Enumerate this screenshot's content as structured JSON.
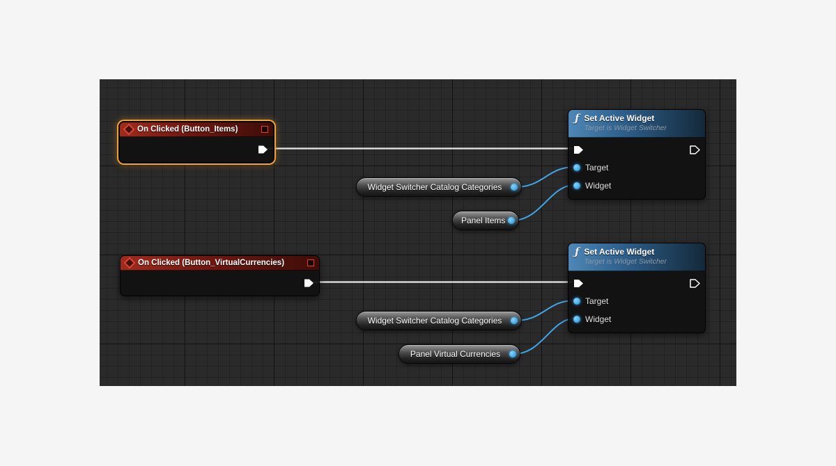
{
  "graph": {
    "event_nodes": [
      {
        "title": "On Clicked (Button_Items)",
        "selected": true
      },
      {
        "title": "On Clicked (Button_VirtualCurrencies)",
        "selected": false
      }
    ],
    "function_nodes": [
      {
        "title": "Set Active Widget",
        "subtitle": "Target is Widget Switcher",
        "pins": [
          "Target",
          "Widget"
        ]
      },
      {
        "title": "Set Active Widget",
        "subtitle": "Target is Widget Switcher",
        "pins": [
          "Target",
          "Widget"
        ]
      }
    ],
    "variable_nodes": [
      {
        "label": "Widget Switcher Catalog Categories"
      },
      {
        "label": "Panel Items"
      },
      {
        "label": "Widget Switcher Catalog Categories"
      },
      {
        "label": "Panel Virtual Currencies"
      }
    ],
    "icons": {
      "function_glyph": "ƒ"
    },
    "colors": {
      "canvas_bg": "#2a2a2a",
      "exec_wire": "#e9e9e9",
      "data_wire": "#3fa7e8",
      "pin_blue": "#2fa7e8",
      "event_header_red": "#8f1d14",
      "function_header_blue": "#336a9a",
      "selection_orange": "#f0a13a",
      "page_bg": "#f5f5f5"
    }
  }
}
